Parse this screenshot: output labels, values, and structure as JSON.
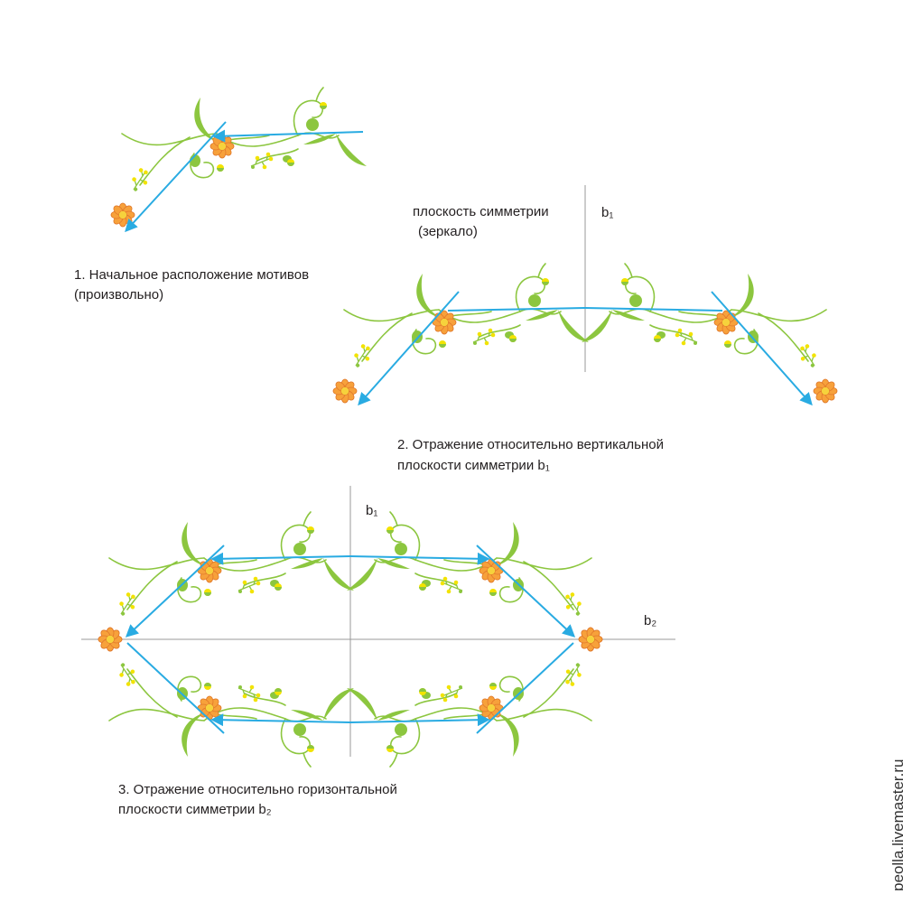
{
  "steps": {
    "step1": {
      "line1": "1. Начальное расположение мотивов",
      "line2": "(произвольно)"
    },
    "step2": {
      "line1": "2. Отражение относительно вертикальной",
      "line2": "плоскости симметрии b₁"
    },
    "step3": {
      "line1": "3. Отражение относительно горизонтальной",
      "line2": "плоскости симметрии b₂"
    }
  },
  "plane_label": {
    "line1": "плоскость симметрии",
    "line2": "(зеркало)"
  },
  "axes": {
    "b1_step2": "b₁",
    "b1_step3": "b₁",
    "b2_step3": "b₂"
  },
  "watermark": "peolla.livemaster.ru",
  "colors": {
    "arrow": "#29abe2",
    "leaf": "#8cc63f",
    "stem": "#8cc63f",
    "petal": "#f7a13b",
    "petal_outline": "#e0782a",
    "flower_center": "#f6d23c",
    "bud": "#f2e300",
    "axis": "#999999",
    "text": "#231f20"
  },
  "icons": {
    "motif": "floral-motif",
    "flower": "daisy-flower",
    "leaf": "crescent-leaf",
    "arrow": "arrow-head"
  }
}
